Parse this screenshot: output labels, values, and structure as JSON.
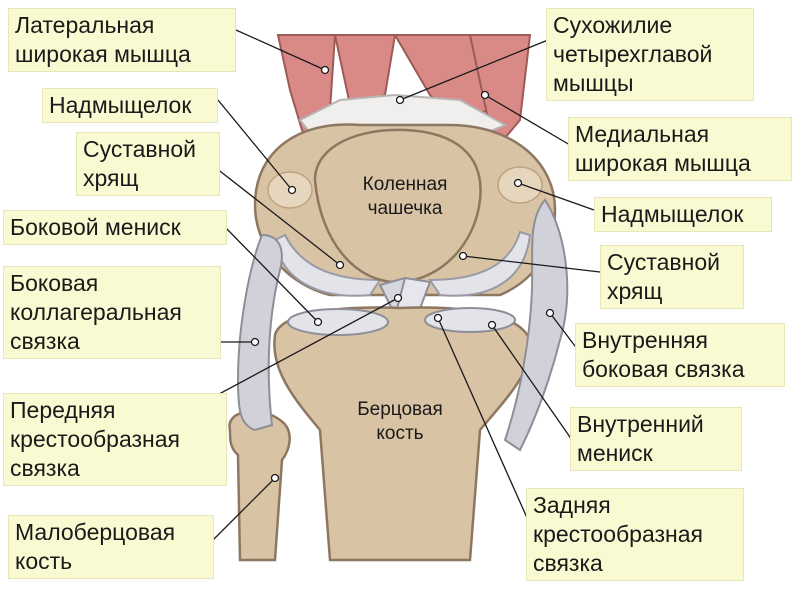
{
  "labels": {
    "lateral_vastus": "Латеральная\nширокая мышца",
    "epicondyle_left": "Надмыщелок",
    "articular_cartilage_left": "Суставной\nхрящ",
    "lateral_meniscus": "Боковой мениск",
    "lateral_collateral": "Боковая\nколлагеральная\nсвязка",
    "anterior_cruciate": "Передняя\nкрестообразная\nсвязка",
    "fibula": "Малоберцовая\nкость",
    "quadriceps_tendon": "Сухожилие\nчетырехглавой\nмышцы",
    "medial_vastus": "Медиальная\nширокая мышца",
    "epicondyle_right": "Надмыщелок",
    "articular_cartilage_right": "Суставной\nхрящ",
    "medial_collateral": "Внутренняя\nбоковая связка",
    "medial_meniscus": "Внутренний\nмениск",
    "posterior_cruciate": "Задняя\nкрестообразная\nсвязка"
  },
  "inner_labels": {
    "patella": "Коленная\nчашечка",
    "tibia": "Берцовая\nкость"
  },
  "colors": {
    "label_bg": "#fafad2",
    "muscle": "#d98a86",
    "bone": "#d9c3a5",
    "bone_dark": "#bfa381",
    "cartilage": "#e3e3ea",
    "ligament": "#c9c9d2"
  }
}
